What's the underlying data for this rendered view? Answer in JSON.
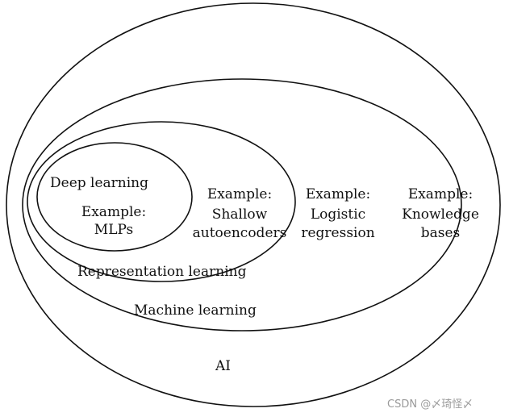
{
  "labels": {
    "deep_learning": "Deep learning",
    "deep_example_1": "Example:",
    "deep_example_2": "MLPs",
    "repr_example_1": "Example:",
    "repr_example_2": "Shallow",
    "repr_example_3": "autoencoders",
    "repr_learning": "Representation learning",
    "ml_example_1": "Example:",
    "ml_example_2": "Logistic",
    "ml_example_3": "regression",
    "ml_learning": "Machine learning",
    "ai_example_1": "Example:",
    "ai_example_2": "Knowledge",
    "ai_example_3": "bases",
    "ai": "AI"
  },
  "watermark": "CSDN @〆琦怪〆",
  "colors": {
    "stroke": "#111111",
    "text": "#111111",
    "watermark": "#9a9a9a",
    "background": "#ffffff"
  }
}
